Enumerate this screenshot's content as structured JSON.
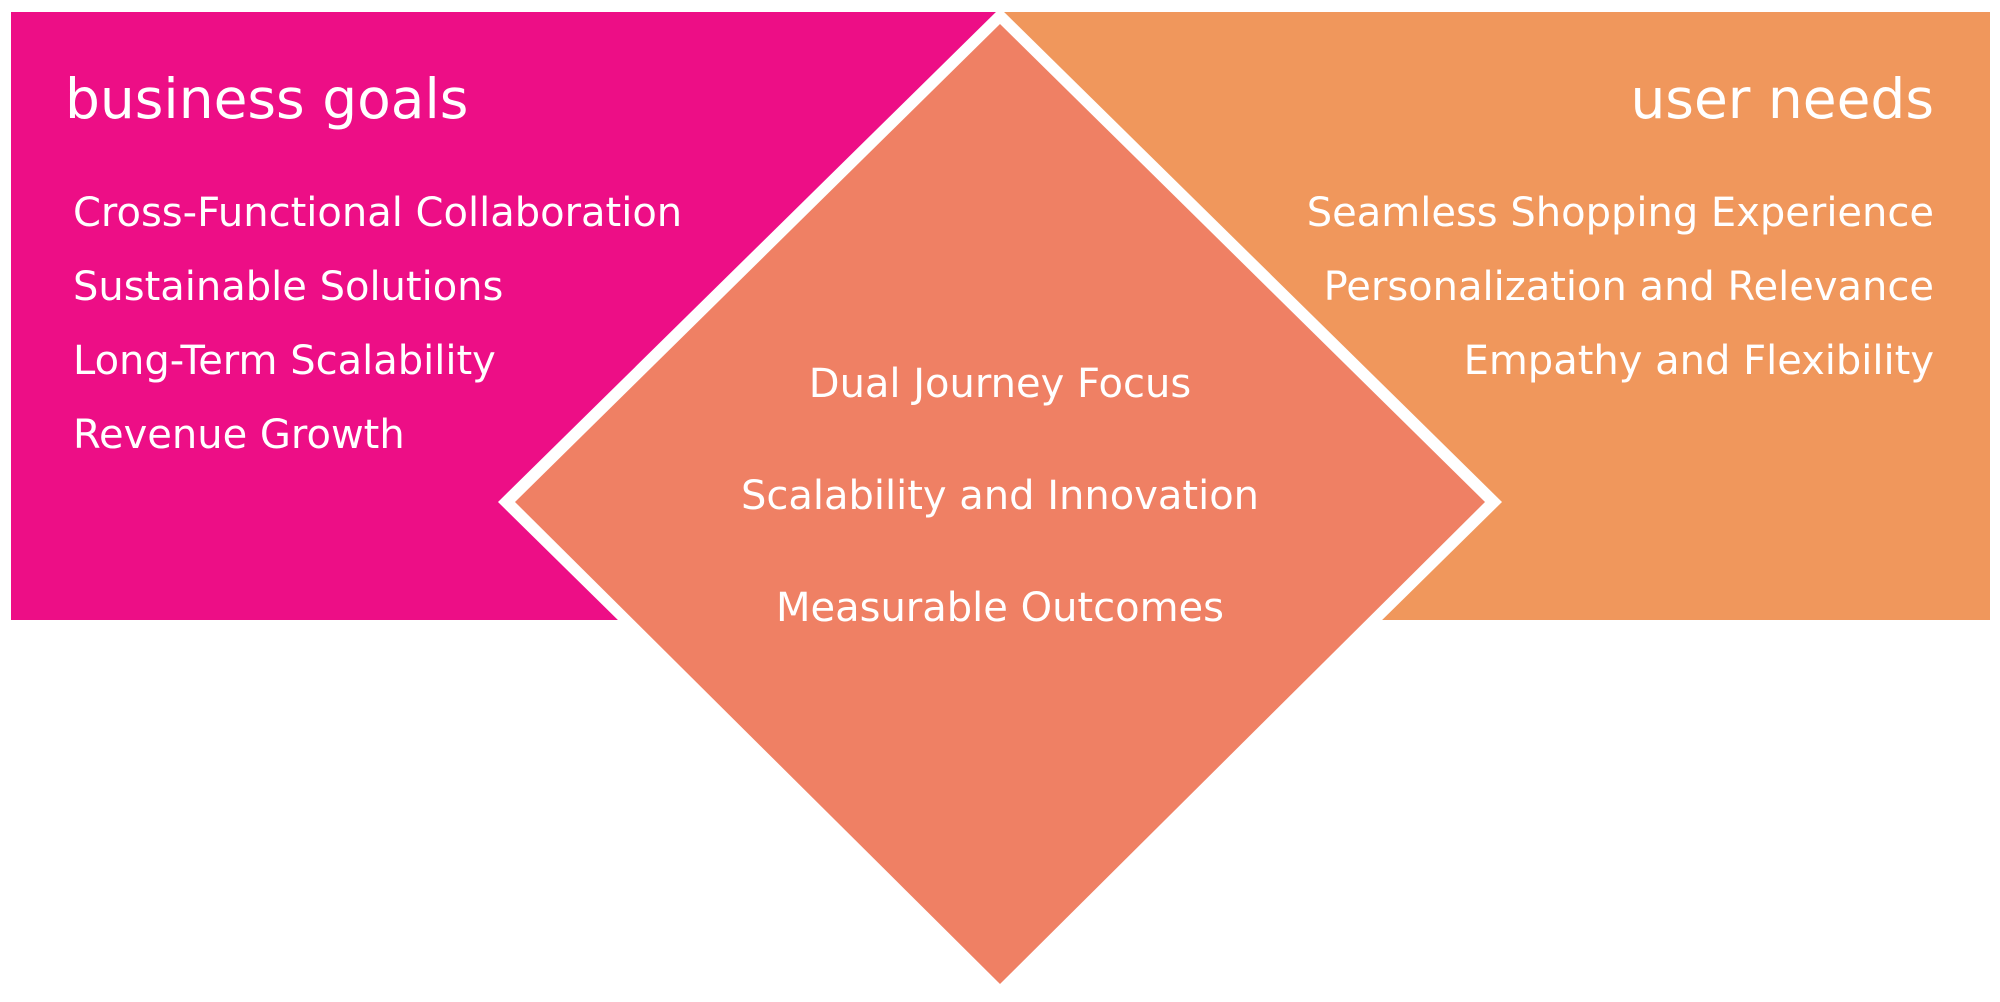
{
  "colors": {
    "left_panel": "#ED0E86",
    "right_panel": "#F0975C",
    "center_diamond": "#EF8064",
    "separator": "#FFFFFF",
    "text": "#FFFFFF"
  },
  "business_goals": {
    "title": "business goals",
    "items": [
      "Cross-Functional Collaboration",
      "Sustainable Solutions",
      "Long-Term Scalability",
      "Revenue Growth"
    ]
  },
  "user_needs": {
    "title": "user needs",
    "items": [
      "Seamless Shopping Experience",
      "Personalization and Relevance",
      "Empathy and Flexibility"
    ]
  },
  "overlap": {
    "items": [
      "Dual Journey Focus",
      "Scalability and Innovation",
      "Measurable Outcomes"
    ]
  }
}
